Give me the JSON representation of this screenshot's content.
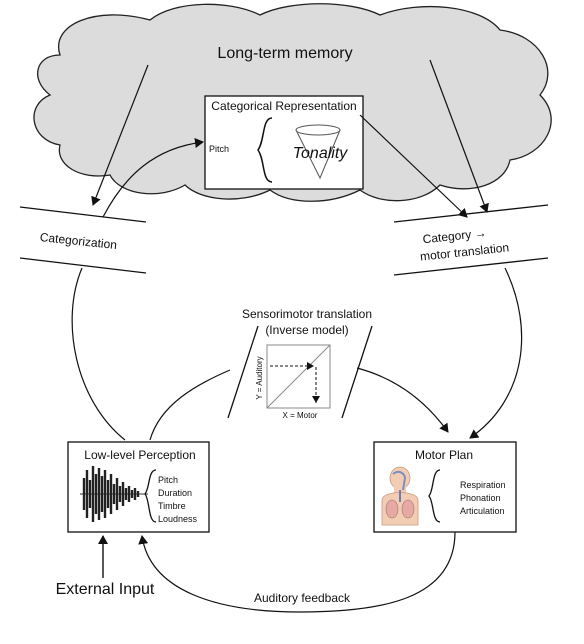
{
  "memory": {
    "label": "Long-term memory"
  },
  "categorical": {
    "title": "Categorical Representation",
    "pitch": "Pitch",
    "tonality": "Tonality"
  },
  "categorization": {
    "label": "Categorization"
  },
  "category_motor": {
    "line1": "Category →",
    "line2": "motor translation"
  },
  "sensorimotor": {
    "line1": "Sensorimotor translation",
    "line2": "(Inverse model)",
    "y_axis": "Y = Auditory",
    "x_axis": "X = Motor"
  },
  "perception": {
    "title": "Low-level Perception",
    "items": [
      "Pitch",
      "Duration",
      "Timbre",
      "Loudness"
    ]
  },
  "motor_plan": {
    "title": "Motor Plan",
    "items": [
      "Respiration",
      "Phonation",
      "Articulation"
    ]
  },
  "external_input": {
    "label": "External Input"
  },
  "feedback": {
    "label": "Auditory feedback"
  }
}
